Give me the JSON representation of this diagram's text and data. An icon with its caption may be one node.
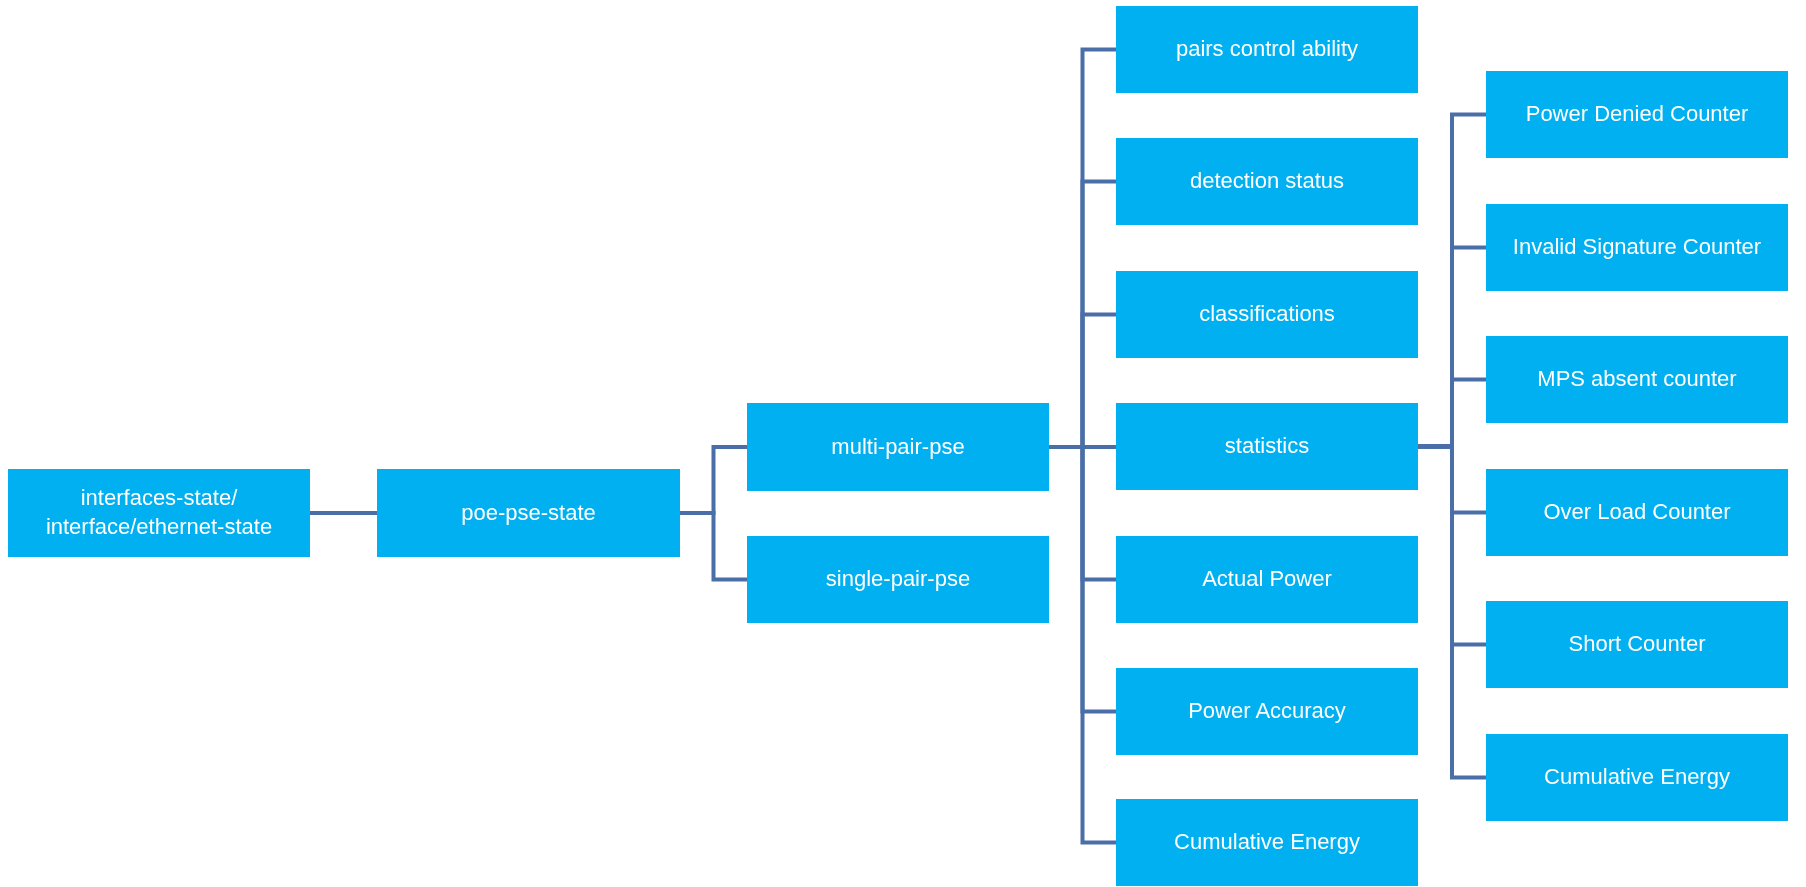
{
  "diagram": {
    "nodes": [
      {
        "text": [
          "interfaces-state/ interface/ethernet-state"
        ]
      },
      {
        "text": [
          "poe-pse-state"
        ]
      },
      {
        "text": [
          "multi-pair-pse"
        ]
      },
      {
        "text": [
          "single-pair-pse"
        ]
      },
      {
        "text": [
          "pairs control ability"
        ]
      },
      {
        "text": [
          "detection status"
        ]
      },
      {
        "text": [
          "classifications"
        ]
      },
      {
        "text": [
          "statistics"
        ]
      },
      {
        "text": [
          "Actual Power"
        ]
      },
      {
        "text": [
          "Power Accuracy"
        ]
      },
      {
        "text": [
          "Cumulative Energy"
        ]
      },
      {
        "text": [
          "Power Denied Counter"
        ]
      },
      {
        "text": [
          "Invalid Signature Counter"
        ]
      },
      {
        "text": [
          "MPS absent counter"
        ]
      },
      {
        "text": [
          "Over Load Counter"
        ]
      },
      {
        "text": [
          "Short Counter"
        ]
      },
      {
        "text": [
          "Cumulative Energy"
        ]
      }
    ],
    "edges": [
      {
        "from": 0,
        "to": 1,
        "arrow": "none"
      },
      {
        "from": 1,
        "to": 2,
        "arrow": "none"
      },
      {
        "from": 1,
        "to": 3,
        "arrow": "none"
      },
      {
        "from": 2,
        "to": 4,
        "arrow": "none"
      },
      {
        "from": 2,
        "to": 5,
        "arrow": "none"
      },
      {
        "from": 2,
        "to": 6,
        "arrow": "none"
      },
      {
        "from": 2,
        "to": 7,
        "arrow": "none"
      },
      {
        "from": 2,
        "to": 8,
        "arrow": "none"
      },
      {
        "from": 2,
        "to": 9,
        "arrow": "none"
      },
      {
        "from": 2,
        "to": 10,
        "arrow": "none"
      },
      {
        "from": 7,
        "to": 11,
        "arrow": "none"
      },
      {
        "from": 7,
        "to": 12,
        "arrow": "none"
      },
      {
        "from": 7,
        "to": 13,
        "arrow": "none"
      },
      {
        "from": 7,
        "to": 14,
        "arrow": "none"
      },
      {
        "from": 7,
        "to": 15,
        "arrow": "none"
      },
      {
        "from": 7,
        "to": 16,
        "arrow": "none"
      }
    ]
  }
}
